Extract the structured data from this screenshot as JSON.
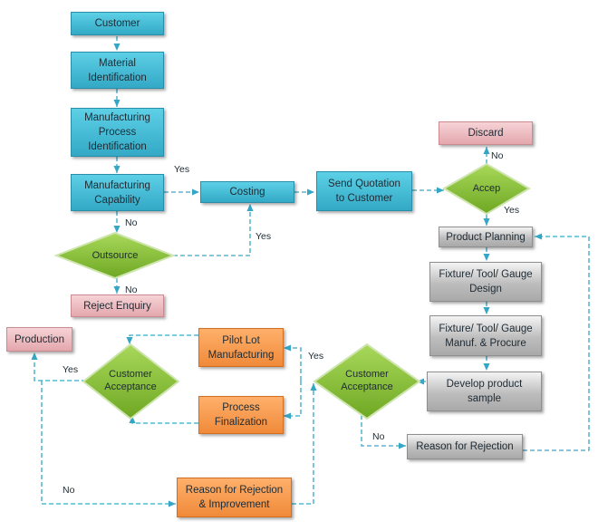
{
  "nodes": {
    "customer": "Customer",
    "material_identification": "Material\nIdentification",
    "manufacturing_process_identification": "Manufacturing\nProcess\nIdentification",
    "manufacturing_capability": "Manufacturing\nCapability",
    "costing": "Costing",
    "send_quotation": "Send Quotation\nto Customer",
    "accep": "Accep",
    "discard": "Discard",
    "outsource": "Outsource",
    "reject_enquiry": "Reject Enquiry",
    "product_planning": "Product Planning",
    "fixture_design": "Fixture/ Tool/ Gauge\nDesign",
    "fixture_manuf": "Fixture/ Tool/ Gauge\nManuf. & Procure",
    "develop_sample": "Develop product\nsample",
    "reason_for_rejection": "Reason for Rejection",
    "customer_acceptance_right": "Customer\nAcceptance",
    "pilot_lot": "Pilot Lot\nManufacturing",
    "process_finalization": "Process\nFinalization",
    "customer_acceptance_left": "Customer\nAcceptance",
    "production": "Production",
    "reason_rejection_improvement": "Reason for Rejection\n& Improvement"
  },
  "edge_labels": {
    "capability_yes": "Yes",
    "capability_no": "No",
    "outsource_yes": "Yes",
    "outsource_no": "No",
    "accep_no": "No",
    "accep_yes": "Yes",
    "right_acceptance_yes": "Yes",
    "right_acceptance_no": "No",
    "left_acceptance_yes": "Yes",
    "left_acceptance_no": "No"
  },
  "colors": {
    "process_blue": "#3bb4d0",
    "reject_red": "#e8aeb3",
    "process_gray": "#b3b3b3",
    "process_orange": "#f5923e",
    "decision_green": "#8ec63f",
    "connector": "#35a6c6"
  }
}
